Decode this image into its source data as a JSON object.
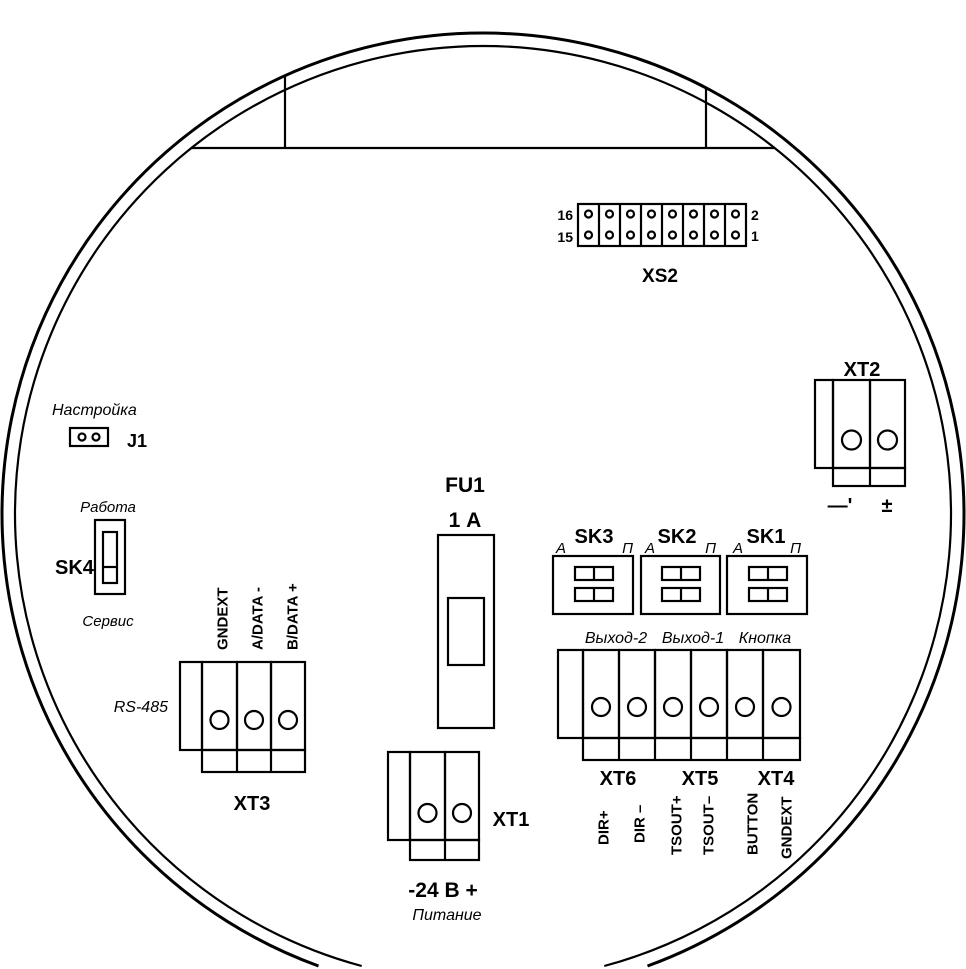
{
  "xs2": {
    "label": "XS2",
    "pin_top_left": "16",
    "pin_bottom_left": "15",
    "pin_top_right": "2",
    "pin_bottom_right": "1"
  },
  "xt2": {
    "label": "XT2",
    "left_polarity": "—'",
    "right_polarity": "±"
  },
  "j1": {
    "caption": "Настройка",
    "label": "J1"
  },
  "sk4": {
    "top_caption": "Работа",
    "label": "SK4",
    "bottom_caption": "Сервис"
  },
  "fu1": {
    "label": "FU1",
    "rating": "1 А"
  },
  "dip_switches": [
    {
      "label": "SK3",
      "left_mark": "А",
      "right_mark": "П"
    },
    {
      "label": "SK2",
      "left_mark": "А",
      "right_mark": "П"
    },
    {
      "label": "SK1",
      "left_mark": "А",
      "right_mark": "П"
    }
  ],
  "outputs": {
    "captions": [
      "Выход-2",
      "Выход-1",
      "Кнопка"
    ],
    "blocks": [
      "XT6",
      "XT5",
      "XT4"
    ],
    "pins": [
      "DIR+",
      "DIR –",
      "TSOUT+",
      "TSOUT–",
      "BUTTON",
      "GNDEXT"
    ]
  },
  "xt3": {
    "bus_caption": "RS-485",
    "label": "XT3",
    "pins": [
      "GNDEXT",
      "A/DATA -",
      "B/DATA +"
    ]
  },
  "xt1": {
    "label": "XT1",
    "supply": "-24 В +",
    "caption": "Питание"
  }
}
